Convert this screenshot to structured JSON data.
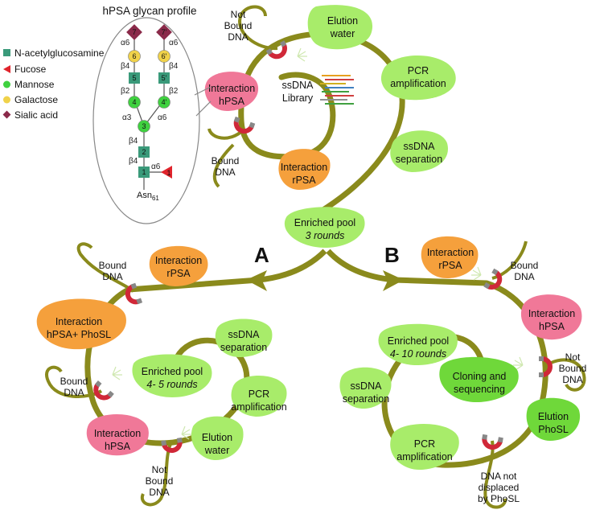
{
  "glycan": {
    "title": "hPSA glycan profile",
    "legend": [
      {
        "name": "N-acetylglucosamine",
        "color": "#3a9a7a",
        "shape": "square"
      },
      {
        "name": "Fucose",
        "color": "#e0242c",
        "shape": "triangle"
      },
      {
        "name": "Mannose",
        "color": "#3fd13f",
        "shape": "circle"
      },
      {
        "name": "Galactose",
        "color": "#f0d24a",
        "shape": "circle"
      },
      {
        "name": "Sialic acid",
        "color": "#8b2a4a",
        "shape": "diamond"
      }
    ],
    "nodes": {
      "n7": "7",
      "n7p": "7'",
      "n6": "6",
      "n6p": "6'",
      "n5": "5",
      "n5p": "5'",
      "n4": "4",
      "n4p": "4'",
      "n3": "3",
      "n2": "2",
      "n1": "1",
      "nf": "1"
    },
    "links": {
      "l_a6_left": "α6",
      "l_a6_right": "α6",
      "l_b4_l1": "β4",
      "l_b4_r1": "β4",
      "l_b2_left": "β2",
      "l_b2_right": "β2",
      "l_a3": "α3",
      "l_a6_mid": "α6",
      "l_b4_mid": "β4",
      "l_b4_low": "β4",
      "l_a6_fuc": "α6"
    },
    "asn": {
      "base": "Asn",
      "sub": "61"
    }
  },
  "top": {
    "library": [
      "ssDNA",
      "Library"
    ],
    "interaction_hpsa": [
      "Interaction",
      "hPSA"
    ],
    "interaction_rpsa": [
      "Interaction",
      "rPSA"
    ],
    "elution": [
      "Elution",
      "water"
    ],
    "pcr": [
      "PCR",
      "amplification"
    ],
    "ssdna_sep": [
      "ssDNA",
      "separation"
    ],
    "not_bound": [
      "Not",
      "Bound",
      "DNA"
    ],
    "bound": [
      "Bound",
      "DNA"
    ],
    "pool": {
      "line1": "Enriched pool",
      "line2": "3 rounds"
    }
  },
  "left": {
    "letter": "A",
    "interaction_rpsa": [
      "Interaction",
      "rPSA"
    ],
    "bound_top": [
      "Bound",
      "DNA"
    ],
    "interaction_phosl": [
      "Interaction",
      "hPSA+ PhoSL"
    ],
    "bound_mid": [
      "Bound",
      "DNA"
    ],
    "interaction_hpsa": [
      "Interaction",
      "hPSA"
    ],
    "not_bound": [
      "Not",
      "Bound",
      "DNA"
    ],
    "elution": [
      "Elution",
      "water"
    ],
    "pcr": [
      "PCR",
      "amplification"
    ],
    "ssdna_sep": [
      "ssDNA",
      "separation"
    ],
    "pool": {
      "line1": "Enriched pool",
      "line2": "4- 5 rounds"
    }
  },
  "right": {
    "letter": "B",
    "interaction_rpsa": [
      "Interaction",
      "rPSA"
    ],
    "bound": [
      "Bound",
      "DNA"
    ],
    "interaction_hpsa": [
      "Interaction",
      "hPSA"
    ],
    "not_bound": [
      "Not",
      "Bound",
      "DNA"
    ],
    "elution": [
      "Elution",
      "PhoSL"
    ],
    "not_displaced": [
      "DNA not",
      "displaced",
      "by PhoSL"
    ],
    "pcr": [
      "PCR",
      "amplification"
    ],
    "ssdna_sep": [
      "ssDNA",
      "separation"
    ],
    "cloning": [
      "Cloning and",
      "sequencing"
    ],
    "pool": {
      "line1": "Enriched pool",
      "line2": "4- 10 rounds"
    }
  },
  "colors": {
    "path": "#8a8a1c",
    "light_green": "#a8ec6a",
    "bright_green": "#6fd83a",
    "orange": "#f5a03c",
    "pink": "#f07898",
    "magnet": "#d02838"
  }
}
